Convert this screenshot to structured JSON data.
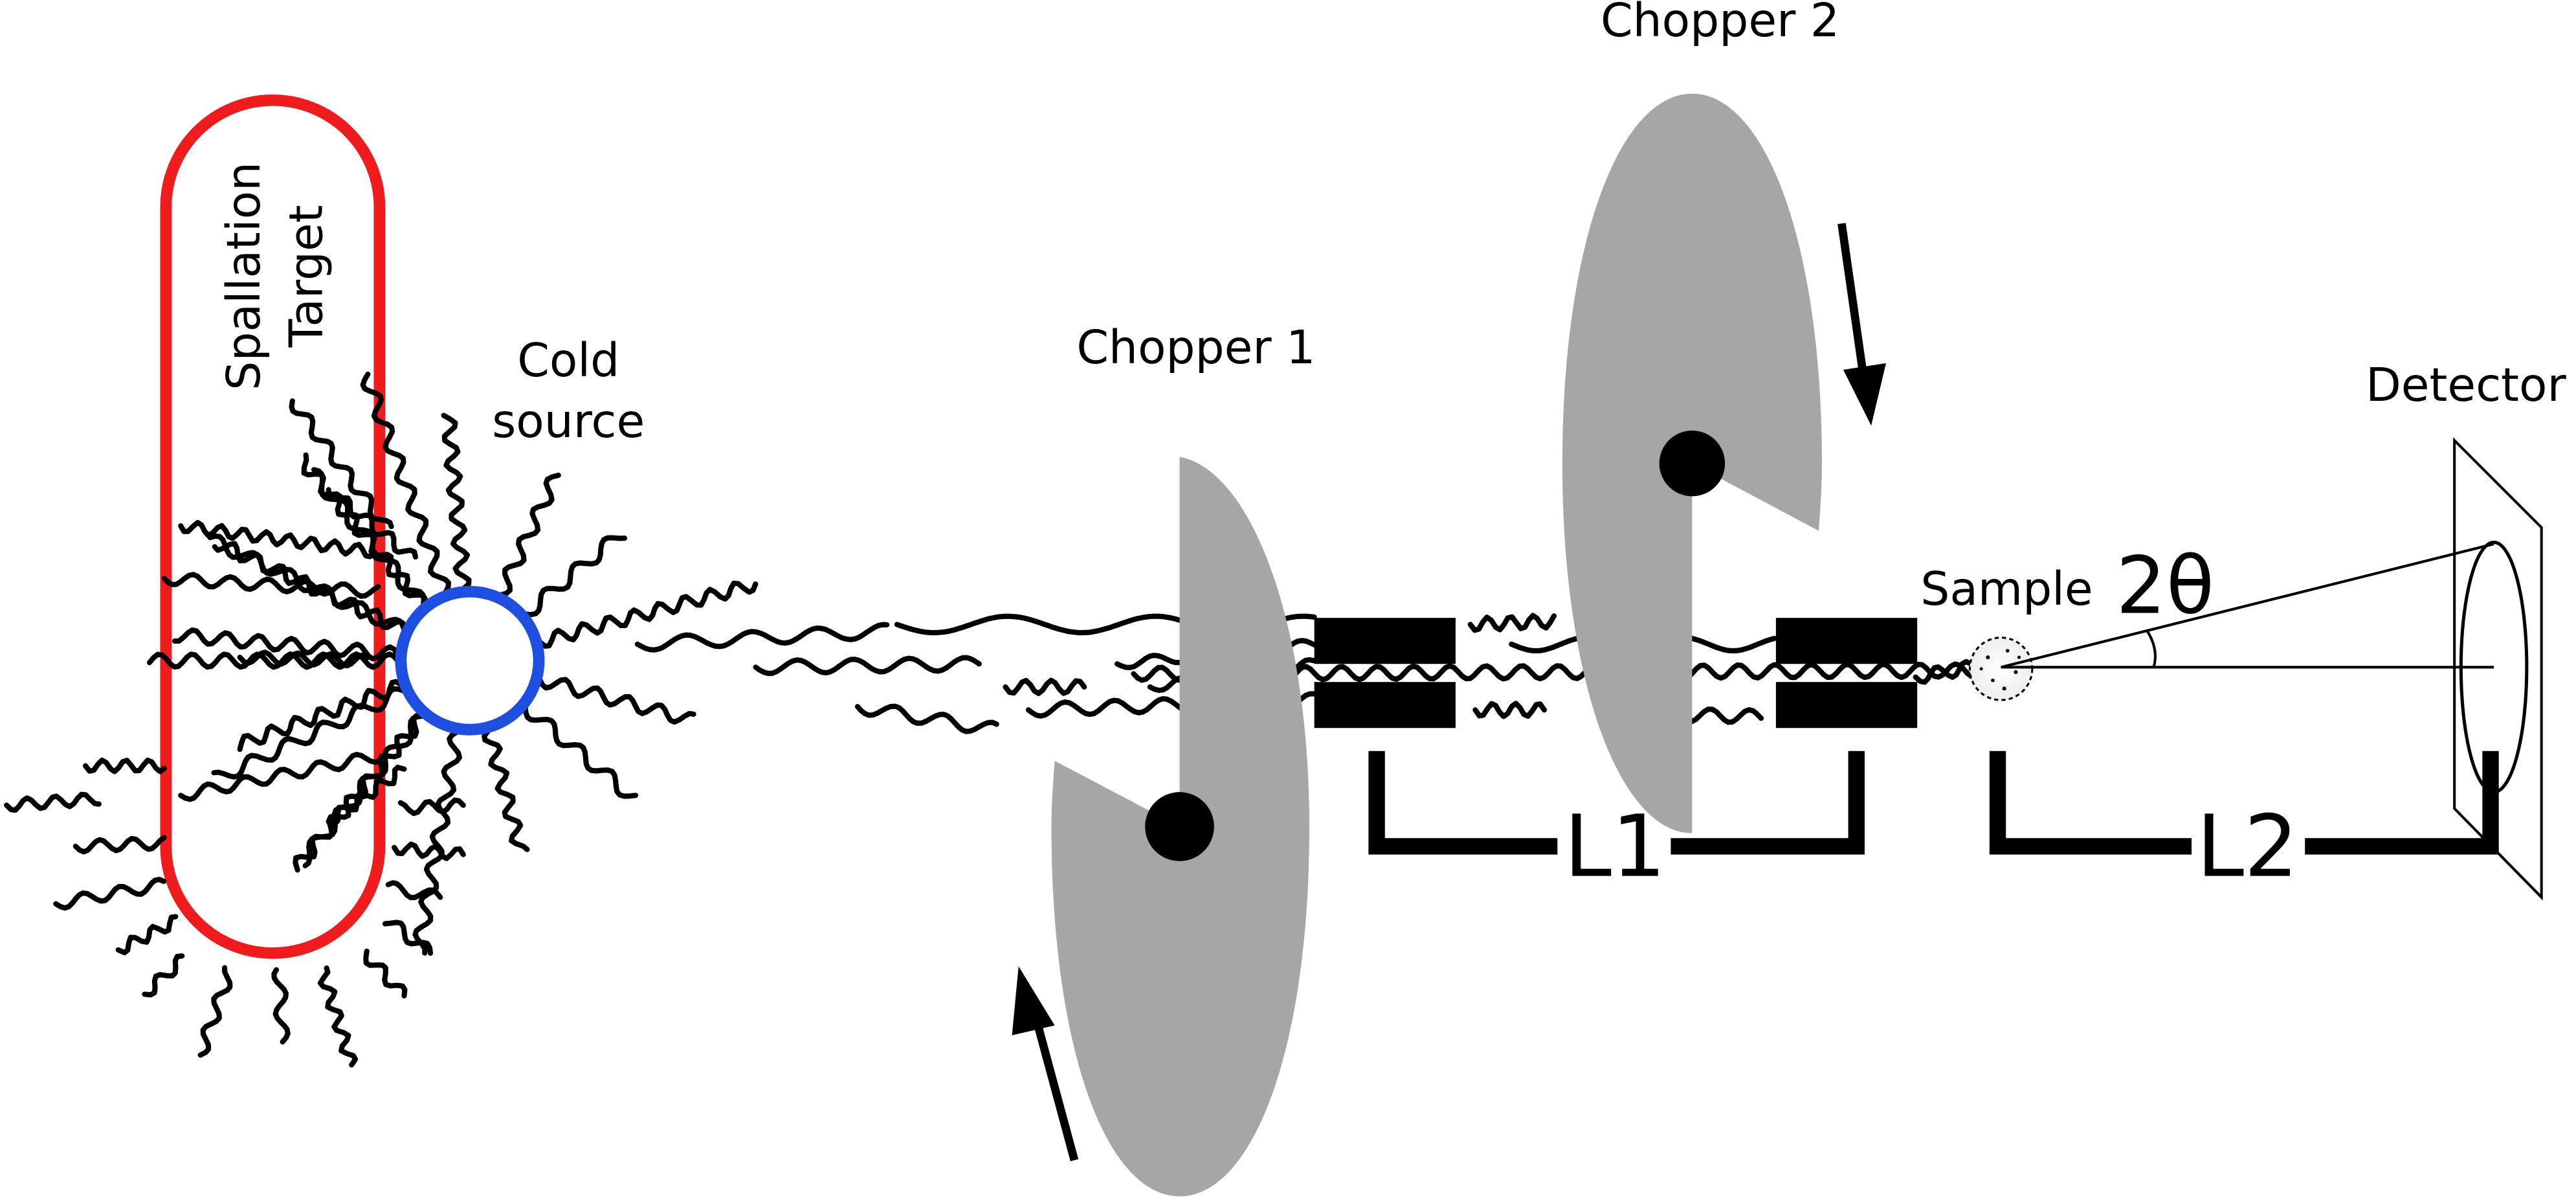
{
  "labels": {
    "spallation_line1": "Spallation",
    "spallation_line2": "Target",
    "cold_line1": "Cold",
    "cold_line2": "source",
    "chopper1": "Chopper 1",
    "chopper2": "Chopper 2",
    "sample": "Sample",
    "angle": "2θ",
    "detector": "Detector",
    "l1": "L1",
    "l2": "L2"
  },
  "colors": {
    "target_outline": "#ee1c1c",
    "cold_source_outline": "#1f4fe0",
    "chopper_disk": "#a6a6a6",
    "ink": "#000000"
  },
  "icons": {
    "rotation_arrow": "arrow-icon",
    "neutron_wave": "wavy-line"
  }
}
